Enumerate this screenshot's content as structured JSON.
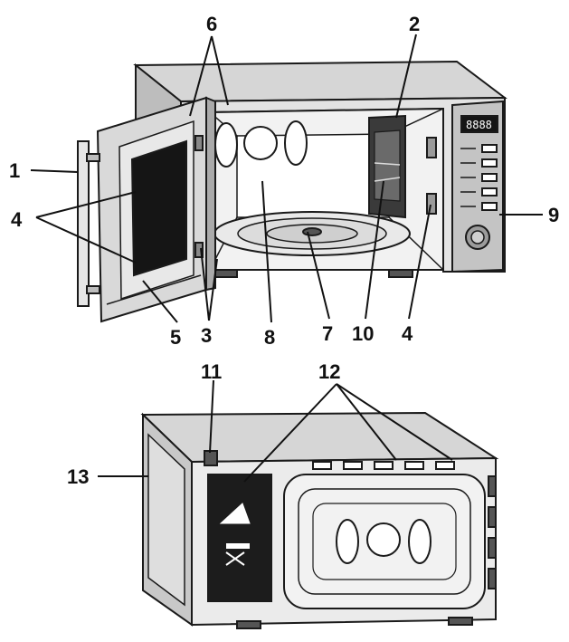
{
  "colors": {
    "ink": "#1a1a1a",
    "body_grey": "#cfcfcf",
    "panel_grey": "#b9b9b9",
    "dark_window": "#151515",
    "vent_dark": "#1c1c1c"
  },
  "callouts": {
    "top": [
      "1",
      "2",
      "3",
      "4",
      "4",
      "5",
      "6",
      "7",
      "8",
      "9",
      "10"
    ],
    "bottom": [
      "11",
      "12",
      "13"
    ]
  },
  "door": {
    "handle_icon": "door-handle-icon"
  }
}
